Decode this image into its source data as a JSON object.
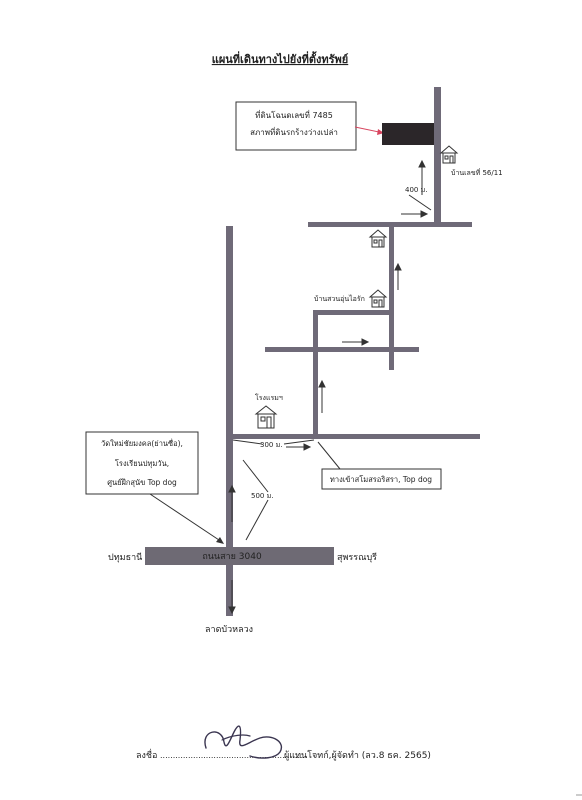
{
  "title": "แผนที่เดินทางไปยังที่ตั้งทรัพย์",
  "property_box": {
    "line1": "ที่ดินโฉนดเลขที่ 7485",
    "line2": "สภาพที่ดินรกร้างว่างเปล่า"
  },
  "house_56_label": "บ้านเลขที่ 56/11",
  "distance_400": "400 ม.",
  "house_garden_label": "บ้านสวนอุ่นไอรัก",
  "hotel_label": "โรงแรมฯ",
  "distance_300": "300 ม.",
  "distance_500": "500 ม.",
  "temple_box": {
    "line1": "วัดใหม่ชัยมงคล(ย่านซื่อ),",
    "line2": "โรงเรียนปทุมวัน,",
    "line3": "ศูนย์ฝึกสุนัข Top dog"
  },
  "entrance_box": "ทางเข้าสโมสรอริสรา, Top dog",
  "main_road_label": "ถนนสาย 3040",
  "left_city": "ปทุมธานี",
  "right_city": "สุพรรณบุรี",
  "bottom_place": "ลาดบัวหลวง",
  "signature": {
    "prefix": "ลงชื่อ",
    "dots": "..........................................................",
    "suffix": "ผู้แทนโจทก์,ผู้จัดทำ (ลว.8 ธค. 2565)"
  },
  "colors": {
    "road": "#6f6a78",
    "main_road": "#6e6a74",
    "property": "#2b2629",
    "arrow_red": "#d8455f",
    "ink": "#3a3550"
  }
}
